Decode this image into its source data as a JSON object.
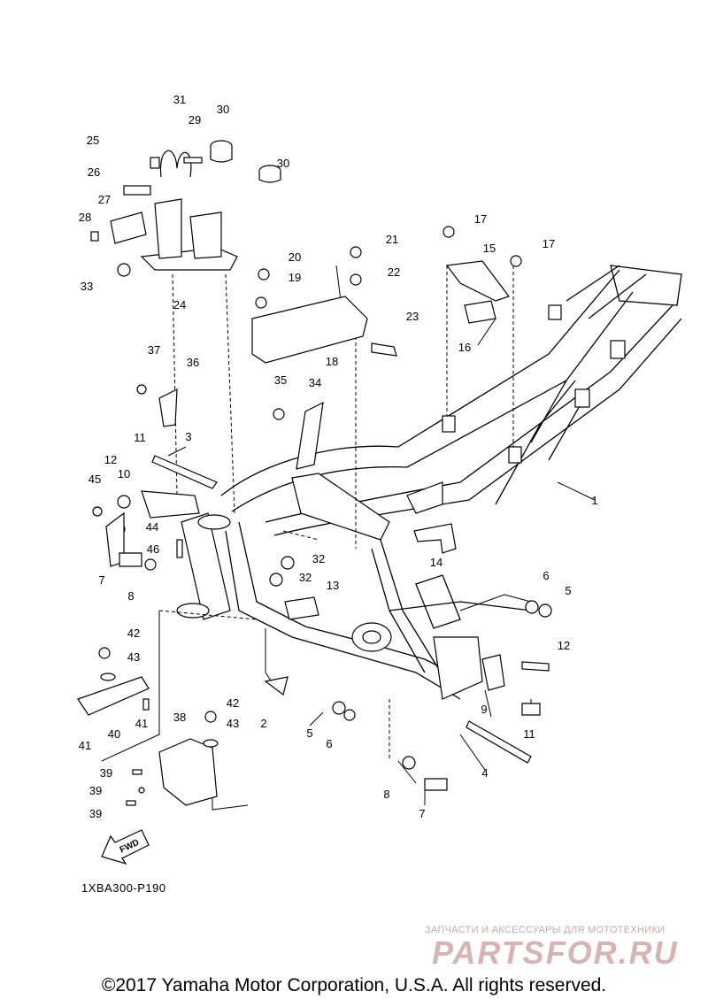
{
  "diagram": {
    "callouts": [
      "1",
      "2",
      "3",
      "4",
      "5",
      "5",
      "6",
      "6",
      "7",
      "7",
      "8",
      "8",
      "9",
      "10",
      "11",
      "11",
      "12",
      "12",
      "13",
      "14",
      "15",
      "16",
      "17",
      "17",
      "18",
      "19",
      "20",
      "21",
      "22",
      "23",
      "24",
      "25",
      "26",
      "27",
      "28",
      "29",
      "30",
      "30",
      "31",
      "32",
      "32",
      "33",
      "34",
      "35",
      "36",
      "37",
      "38",
      "39",
      "39",
      "39",
      "40",
      "41",
      "41",
      "42",
      "42",
      "43",
      "43",
      "44",
      "45",
      "46"
    ],
    "fwd_label": "FWD",
    "diagram_code": "1XBA300-P190"
  },
  "watermark": {
    "subtitle": "ЗАПЧАСТИ И АКСЕССУАРЫ ДЛЯ МОТОТЕХНИКИ",
    "logo": "PARTSFOR.RU"
  },
  "footer": {
    "copyright": "©2017 Yamaha Motor Corporation, U.S.A. All rights reserved."
  }
}
